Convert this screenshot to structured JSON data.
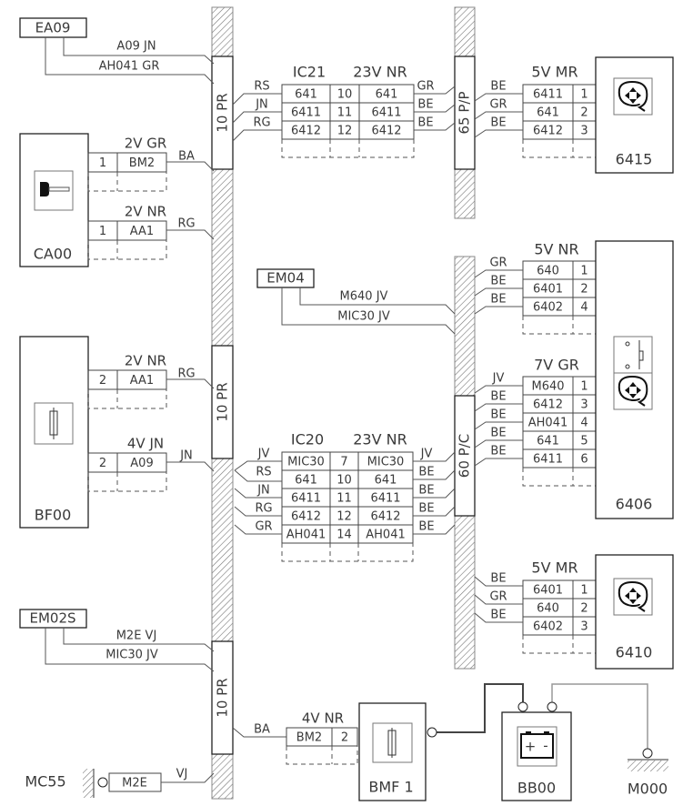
{
  "buses": {
    "splice_top": "10 PR",
    "splice_mid": "10 PR",
    "splice_bot": "10 PR",
    "pp": "65 P/P",
    "pc": "60 P/C"
  },
  "components": {
    "EA09": "EA09",
    "CA00": "CA00",
    "BF00": "BF00",
    "EM04": "EM04",
    "EM02S": "EM02S",
    "MC55": "MC55",
    "c6415": "6415",
    "c6406": "6406",
    "c6410": "6410",
    "BMF1": "BMF 1",
    "BB00": "BB00",
    "M000": "M000"
  },
  "ea09_wires": [
    "A09  JN",
    "AH041 GR"
  ],
  "em04_wires": [
    "M640 JV",
    "MIC30 JV"
  ],
  "em02s_wires": [
    "M2E  VJ",
    "MIC30 JV"
  ],
  "ca00_c1": {
    "type": "2V GR",
    "wire": "BA",
    "rows": [
      [
        "1",
        "BM2"
      ]
    ]
  },
  "ca00_c2": {
    "type": "2V NR",
    "wire": "RG",
    "rows": [
      [
        "1",
        "AA1"
      ]
    ]
  },
  "bf00_c1": {
    "type": "2V NR",
    "wire": "RG",
    "rows": [
      [
        "2",
        "AA1"
      ]
    ]
  },
  "bf00_c2": {
    "type": "4V JN",
    "wire": "JN",
    "rows": [
      [
        "2",
        "A09"
      ]
    ]
  },
  "ic21": {
    "name": "IC21",
    "type": "23V NR",
    "rows": [
      [
        "641",
        "10",
        "641"
      ],
      [
        "6411",
        "11",
        "6411"
      ],
      [
        "6412",
        "12",
        "6412"
      ]
    ],
    "left": [
      "RS",
      "JN",
      "RG"
    ],
    "right": [
      "GR",
      "BE",
      "BE"
    ]
  },
  "ic20": {
    "name": "IC20",
    "type": "23V NR",
    "rows": [
      [
        "MIC30",
        "7",
        "MIC30"
      ],
      [
        "641",
        "10",
        "641"
      ],
      [
        "6411",
        "11",
        "6411"
      ],
      [
        "6412",
        "12",
        "6412"
      ],
      [
        "AH041",
        "14",
        "AH041"
      ]
    ],
    "left": [
      "JV",
      "RS",
      "JN",
      "RG",
      "GR"
    ],
    "right": [
      "JV",
      "BE",
      "BE",
      "BE",
      "BE"
    ]
  },
  "c6415": {
    "type": "5V MR",
    "rows": [
      [
        "6411",
        "1"
      ],
      [
        "641",
        "2"
      ],
      [
        "6412",
        "3"
      ]
    ],
    "left": [
      "BE",
      "GR",
      "BE"
    ]
  },
  "c6406a": {
    "type": "5V NR",
    "rows": [
      [
        "640",
        "1"
      ],
      [
        "6401",
        "2"
      ],
      [
        "6402",
        "4"
      ]
    ],
    "left": [
      "GR",
      "BE",
      "BE"
    ]
  },
  "c6406b": {
    "type": "7V GR",
    "rows": [
      [
        "M640",
        "1"
      ],
      [
        "6412",
        "3"
      ],
      [
        "AH041",
        "4"
      ],
      [
        "641",
        "5"
      ],
      [
        "6411",
        "6"
      ]
    ],
    "left": [
      "JV",
      "BE",
      "BE",
      "BE",
      "BE"
    ]
  },
  "c6410": {
    "type": "5V MR",
    "rows": [
      [
        "6401",
        "1"
      ],
      [
        "640",
        "2"
      ],
      [
        "6402",
        "3"
      ]
    ],
    "left": [
      "BE",
      "GR",
      "BE"
    ]
  },
  "bmf1_c": {
    "type": "4V NR",
    "wire": "BA",
    "rows": [
      [
        "BM2",
        "2"
      ]
    ]
  },
  "mc55_c": {
    "label": "M2E",
    "wire": "VJ"
  },
  "battery": {
    "plus": "+",
    "minus": "-"
  },
  "colors": {
    "line": "#555555",
    "box": "#222222",
    "hatch": "#777777"
  }
}
